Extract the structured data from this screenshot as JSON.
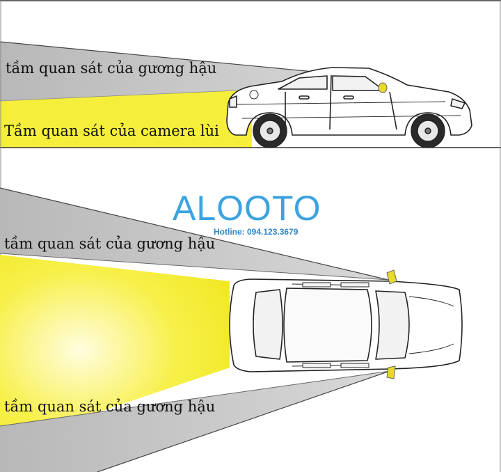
{
  "labels": {
    "side_mirror": "tầm quan sát của gương hậu",
    "side_camera": "Tầm quan sát của camera lùi",
    "top_mirror_upper": "tầm quan sát của gương hậu",
    "top_mirror_lower": "tầm quan sát của gương hậu"
  },
  "watermark": {
    "brand": "ALOOTO",
    "hotline": "Hotline: 094.123.3679"
  },
  "colors": {
    "camera_zone": "#f5ef3c",
    "mirror_zone": "#c9c9c9",
    "brand": "#3ba3e0",
    "mirror_marker": "#e9d92a"
  }
}
